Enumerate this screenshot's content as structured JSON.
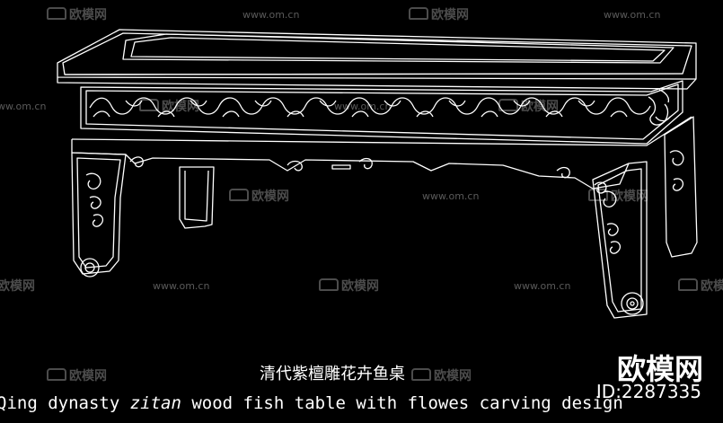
{
  "watermark": {
    "site_label": "欧模网",
    "url_label": "www.om.cn"
  },
  "caption": {
    "chinese": "清代紫檀雕花卉鱼桌",
    "english_before": "Qing dynasty ",
    "english_italic": "zitan",
    "english_after": " wood fish table with flowes carving design"
  },
  "brand": {
    "name": "欧模网",
    "id": "ID:2287335"
  },
  "colors": {
    "background": "#000000",
    "line": "#ffffff",
    "watermark": "#5a5a5a"
  }
}
